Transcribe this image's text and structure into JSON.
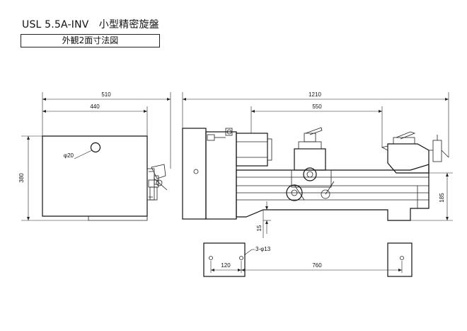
{
  "header": {
    "title": "USL 5.5A-INV　小型精密旋盤",
    "subtitle": "外観2面寸法図"
  },
  "dimensions": {
    "side_overall_width": "510",
    "side_body_width": "440",
    "side_height": "380",
    "side_hole": "φ20",
    "front_overall_width": "1210",
    "front_center_distance": "550",
    "front_center_height": "185",
    "front_foot_clearance": "15",
    "base_hole_spec": "3-φ13",
    "base_hole_offset": "120",
    "base_hole_pitch": "760"
  }
}
